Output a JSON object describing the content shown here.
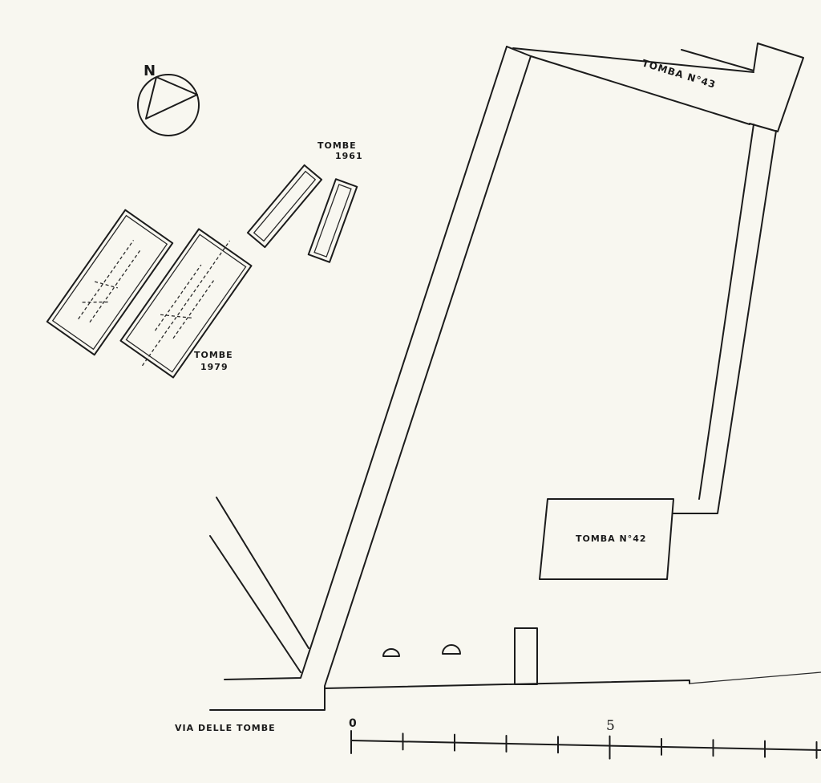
{
  "labels": {
    "north": "N",
    "tomb_43": "TOMBA N°43",
    "tomb_42": "TOMBA N°42",
    "tombs_1961_title": "TOMBE",
    "tombs_1961_year": "1961",
    "tombs_1979_title": "TOMBE",
    "tombs_1979_year": "1979",
    "street": "VIA DELLE TOMBE"
  },
  "scale_bar": {
    "start_label": "0",
    "mid_label": "5",
    "divisions": 10
  },
  "colors": {
    "paper": "#f8f7f0",
    "ink": "#1c1c1c"
  }
}
